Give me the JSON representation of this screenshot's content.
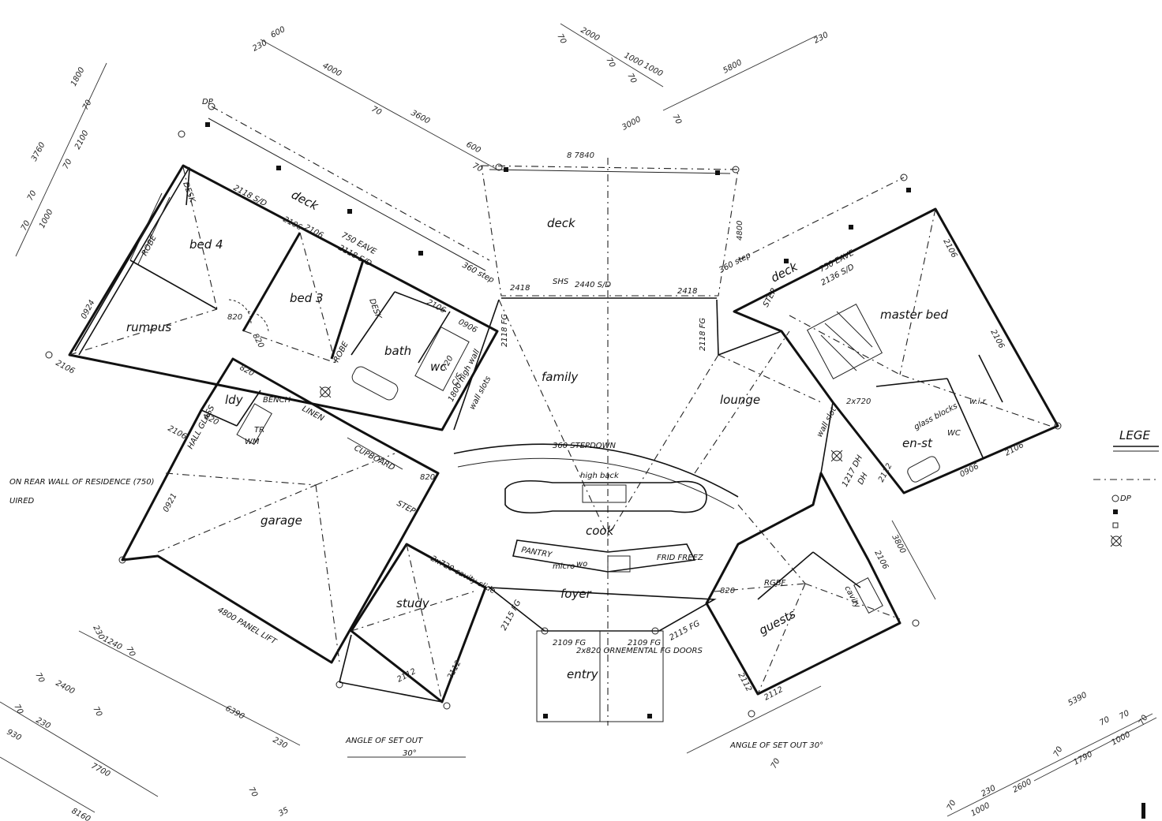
{
  "rooms": {
    "deck_left": "deck",
    "deck_center": "deck",
    "deck_right": "deck",
    "bed4": "bed 4",
    "bed3": "bed 3",
    "rumpus": "rumpus",
    "bath": "bath",
    "wc_left": "wc",
    "ldy": "ldy",
    "family": "family",
    "lounge": "lounge",
    "master_bed": "master bed",
    "en_st": "en-st",
    "garage": "garage",
    "study": "study",
    "cook": "cook",
    "foyer": "foyer",
    "entry": "entry",
    "guests": "guests"
  },
  "labels": {
    "desk1": "DESK",
    "desk2": "DESK",
    "robe1": "ROBE",
    "robe2": "ROBE",
    "bench": "BENCH",
    "linen": "LINEN",
    "cupboard": "CUPBOARD",
    "hall_glass": "HALL GLASS",
    "wm": "WM",
    "tr": "TR",
    "step_right": "STEP",
    "step_garage": "STEP",
    "high_back": "high back",
    "stepdown": "360 STEPDOWN",
    "pantry": "PANTRY",
    "micro": "micro",
    "wo": "wo",
    "frid_freez": "FRID FREEZ",
    "cavity_slide": "2x720 cavity slide",
    "panel_lift": "4800 PANEL LIFT",
    "orn_doors": "2x820 ORNEMENTAL FG DOORS",
    "eave_left": "750 EAVE",
    "sd_left": "2118 S/D",
    "sd_left2": "2118 S/D",
    "eave_right": "750 EAVE",
    "sd_right": "2136 S/D",
    "sd_center": "2440 S/D",
    "sd_center_l": "2418",
    "sd_center_r": "2418",
    "step_left": "360 step",
    "step_right2": "360 step",
    "wall_slots": "1800 high wall",
    "wall_slots2": "wall slots",
    "wall_slot_r": "wall slot",
    "glass_blocks": "glass blocks",
    "wc_right": "WC",
    "wir": "w.i.r",
    "rgbf": "RGBF",
    "cavity": "cavity",
    "angle1": "ANGLE OF SET OUT",
    "angle1b": "30°",
    "angle2": "ANGLE OF SET OUT 30°",
    "note1": "ON REAR WALL OF RESIDENCE (750)",
    "note2": "UIRED",
    "dp": "DP",
    "sh": "SHS",
    "fg1": "2118 FG",
    "fg2": "2118 FG",
    "fg3": "2109 FG",
    "fg4": "2109 FG",
    "fg5": "2115 FG",
    "fg6": "2115 FG",
    "cs": "C/S",
    "dh": "1217 DH",
    "dh2": "DH"
  },
  "dimensions": {
    "d600": "600",
    "d230": "230",
    "d4000": "4000",
    "d70a": "70",
    "d3600": "3600",
    "d600b": "600",
    "d70b": "70",
    "d1800": "1800",
    "d70c": "70",
    "d3760": "3760",
    "d2100": "2100",
    "d70d": "70",
    "d70e": "70",
    "d1000": "1000",
    "d70f": "70",
    "d2000": "2000",
    "d70g": "70",
    "d1000b": "1000",
    "d1000c": "1000",
    "d70h": "70",
    "d70i": "70",
    "d3000": "3000",
    "d5800": "5800",
    "d230b": "230",
    "d70j": "70",
    "d7840": "8 7840",
    "d4800": "4800",
    "d0924": "0924",
    "d2106a": "2106",
    "d2106b": "2106",
    "d0921": "0921",
    "d2106c": "2106",
    "d2106d": "2106",
    "d2106e": "2106",
    "d2106f": "2106",
    "d2106g": "2106",
    "d0906a": "0906",
    "d0906b": "0906",
    "d2106h": "2106",
    "d820a": "820",
    "d820b": "820",
    "d820c": "820",
    "d820d": "820",
    "d820e": "820",
    "d820f": "820",
    "d720": "720",
    "d2x720": "2x720",
    "d2112a": "2112",
    "d2112b": "2112",
    "d2112c": "2112",
    "d2112d": "2112",
    "d2112e": "2112",
    "d3800": "3800",
    "d2106i": "2106",
    "d230c": "230",
    "d1240": "1240",
    "d70k": "70",
    "d70l": "70",
    "d2400": "2400",
    "d70m": "70",
    "d930": "930",
    "d230d": "230",
    "d70n": "70",
    "d6390": "6390",
    "d230e": "230",
    "d7700": "7700",
    "d70o": "70",
    "d8160": "8160",
    "d35": "35",
    "d70p": "70",
    "d5390": "5390",
    "d70q": "70",
    "d70r": "70",
    "d70s": "70",
    "d1790": "1790",
    "d1000d": "1000",
    "d70t": "70",
    "d230f": "230",
    "d2600": "2600",
    "d1000e": "1000",
    "d70u": "70"
  },
  "legend": {
    "title": "LEGE",
    "dp": "DP"
  }
}
